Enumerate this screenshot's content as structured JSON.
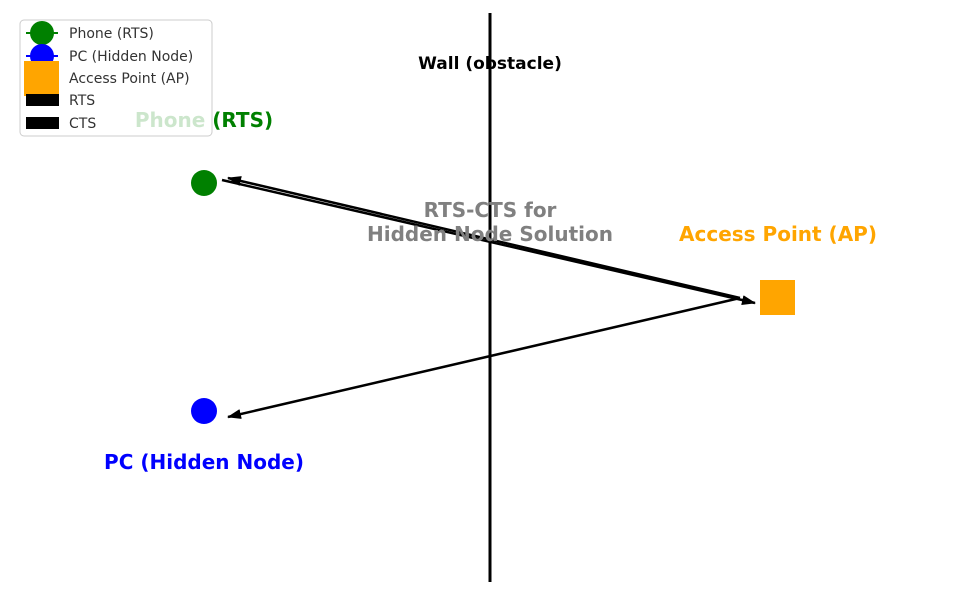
{
  "diagram": {
    "wall_label": "Wall (obstacle)",
    "center_title_line1": "RTS-CTS for",
    "center_title_line2": "Hidden Node Solution",
    "nodes": {
      "phone": {
        "label": "Phone (RTS)",
        "color": "#008000"
      },
      "pc": {
        "label": "PC (Hidden Node)",
        "color": "#0000ff"
      },
      "ap": {
        "label": "Access Point (AP)",
        "color": "#ffa500"
      }
    },
    "arrows": [
      {
        "name": "rts-arrow",
        "from": "ap",
        "to": "phone"
      },
      {
        "name": "cts-arrow",
        "from": "phone",
        "to": "ap"
      },
      {
        "name": "ap-to-pc-arrow",
        "from": "ap",
        "to": "pc"
      }
    ]
  },
  "legend": {
    "items": [
      {
        "label": "Phone (RTS)",
        "marker": "circle",
        "color": "#008000"
      },
      {
        "label": "PC (Hidden Node)",
        "marker": "circle",
        "color": "#0000ff"
      },
      {
        "label": "Access Point (AP)",
        "marker": "square",
        "color": "#ffa500"
      },
      {
        "label": "RTS",
        "marker": "bar",
        "color": "#000000"
      },
      {
        "label": "CTS",
        "marker": "bar",
        "color": "#000000"
      }
    ]
  }
}
